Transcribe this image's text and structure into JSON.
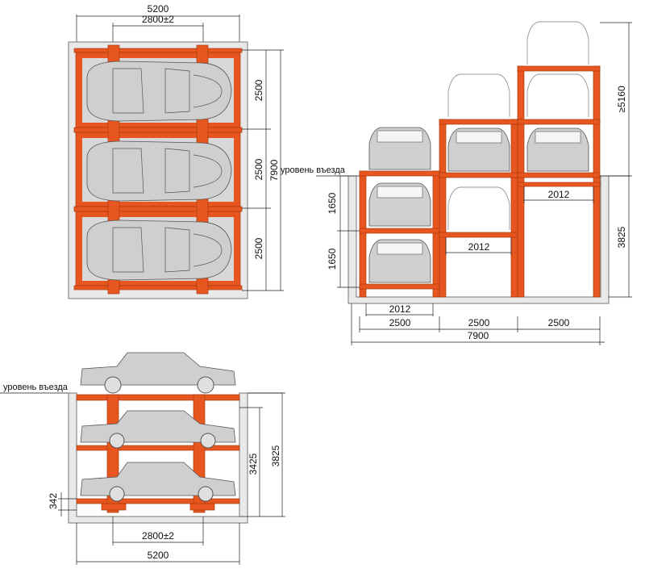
{
  "labels": {
    "entry_level_right": "уровень въезда",
    "entry_level_bottom": "уровень въезда"
  },
  "top_plan": {
    "width_dim": "5200",
    "track_dim": "2800±2",
    "bay_dims": [
      "2500",
      "2500",
      "2500"
    ],
    "length_dim": "7900"
  },
  "front_view": {
    "level_heights": [
      "1650",
      "1650"
    ],
    "platform_widths": [
      "2012",
      "2012",
      "2012"
    ],
    "bay_widths": [
      "2500",
      "2500",
      "2500"
    ],
    "total_width": "7900",
    "pit_depth": "3825",
    "max_height": "≥5160"
  },
  "side_view": {
    "low_dim": "342",
    "mid_dim": "3425",
    "pit_depth": "3825",
    "track_dim": "2800±2",
    "width_dim": "5200"
  },
  "colors": {
    "steel": "#e8561f",
    "pit": "#e9e9e9",
    "car": "#cfcfcf"
  }
}
